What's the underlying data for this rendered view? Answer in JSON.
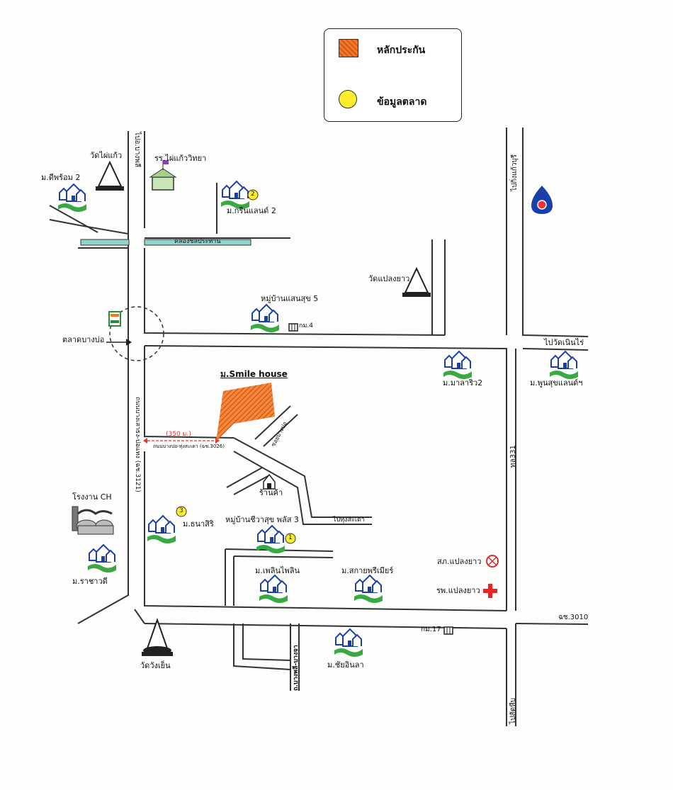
{
  "legend": {
    "collateral": "หลักประกัน",
    "market_data": "ข้อมูลตลาด"
  },
  "subject": {
    "name": "ม.Smile house",
    "distance": "(350 ม.)"
  },
  "roads": {
    "to_bangpli": "ไปอ.บางพลี",
    "main_north_south": "ถนนบางเสาธง-ปอแทง (ฉช.3121)",
    "to_kingkaew": "ไปกิ่งแก้วบุรี",
    "to_wat_nern_rai": "ไปวัดเนินไร่",
    "tl331": "ทล331",
    "to_sathip": "ไปสัตหีบ",
    "chs3010": "ฉช.3010",
    "pk_road": "ถนนบางปอ-ทุ่งสะเดา (ฉช.3026)",
    "small_road": "ซอยบางปอ",
    "to_thung": "ไปทุ่งสะเดา",
    "south_road": "ถ.บางพลี-บางจา",
    "canal": "คลองชลประทาน",
    "market_bangbo": "ตลาดบางบ่อ"
  },
  "places": {
    "wat_phai_kaew": "วัดไผ่แก้ว",
    "school": "รร.ไผ่แก้ววิทยา",
    "m_deephrom": "ม.ดีพร้อม 2",
    "m_greenland": "ม.กรีนแลนด์ 2",
    "wat_plaengyao": "วัดแปลงยาว",
    "m_saensuk": "หมู่บ้านแสนสุข 5",
    "km4": "กม.4",
    "m_marari": "ม.มาลาริว2",
    "m_poonsuk": "ม.พูนสุขแลนด์ฯ",
    "shop": "ร้านค้า",
    "factory": "โรงงาน CH",
    "m_thanasiri": "ม.ธนาสิริ",
    "m_chewasuk": "หมู่บ้านชีวาสุข พลัส 3",
    "m_ratchawadee": "ม.ราชาวดี",
    "m_plernplern": "ม.เพลินไพลิน",
    "m_sakai": "ม.สกายพรีเมียร์",
    "police": "สภ.แปลงยาว",
    "hospital": "รพ.แปลงยาว",
    "km17": "กม.17",
    "m_chaiyintra": "ม.ชัยอินลา",
    "wat_wangyen": "วัดวังเย็น"
  },
  "markers": {
    "m1": "1",
    "m2": "2",
    "m3": "3"
  },
  "colors": {
    "road": "#333333",
    "collateral": "#f07a25",
    "market": "#ffef2a",
    "canal": "#8fd4cf",
    "house_blue": "#1a3fa8",
    "house_green": "#3aa845"
  }
}
